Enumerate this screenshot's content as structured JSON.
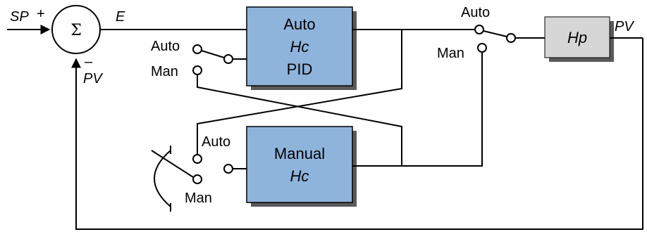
{
  "inputs": {
    "setpoint": "SP",
    "plus_sign": "+",
    "minus_sign": "–",
    "feedback": "PV"
  },
  "summer": {
    "symbol": "Σ"
  },
  "error_label": "E",
  "auto_block": {
    "line1": "Auto",
    "line2": "Hc",
    "line3": "PID"
  },
  "manual_block": {
    "line1": "Manual",
    "line2": "Hc"
  },
  "process_block": {
    "label": "Hp"
  },
  "output_label": "PV",
  "switches": {
    "auto_input": {
      "auto": "Auto",
      "man": "Man"
    },
    "output": {
      "auto": "Auto",
      "man": "Man"
    },
    "manual_input": {
      "auto": "Auto",
      "man": "Man"
    }
  },
  "colors": {
    "controller_fill": "#8fb4dc",
    "process_fill": "#d6d6d6",
    "shadow": "#5a5a5a"
  }
}
